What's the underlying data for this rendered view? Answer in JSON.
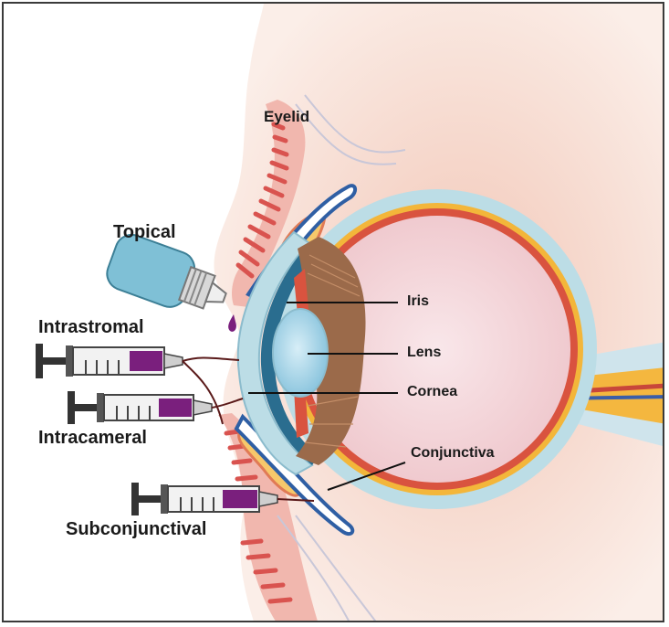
{
  "labels": {
    "eyelid": "Eyelid",
    "topical": "Topical",
    "intrastromal": "Intrastromal",
    "intracameral": "Intracameral",
    "subconjunctival": "Subconjunctival",
    "iris": "Iris",
    "lens": "Lens",
    "cornea": "Cornea",
    "conjunctiva": "Conjunctiva"
  },
  "colors": {
    "skin": "#f6d9cd",
    "eyelid_muscle": "#e48a86",
    "sclera_outer": "#b9d9e2",
    "sclera_red": "#d9533f",
    "sclera_yellow": "#f3b63a",
    "vitreous": "#f4d7da",
    "iris_brown": "#8a5a3a",
    "lens_blue": "#a9d6e8",
    "syringe_plunger": "#7a1f7d",
    "bottle_blue": "#7fc0d6",
    "optic_nerve_yellow": "#f4b73f"
  }
}
